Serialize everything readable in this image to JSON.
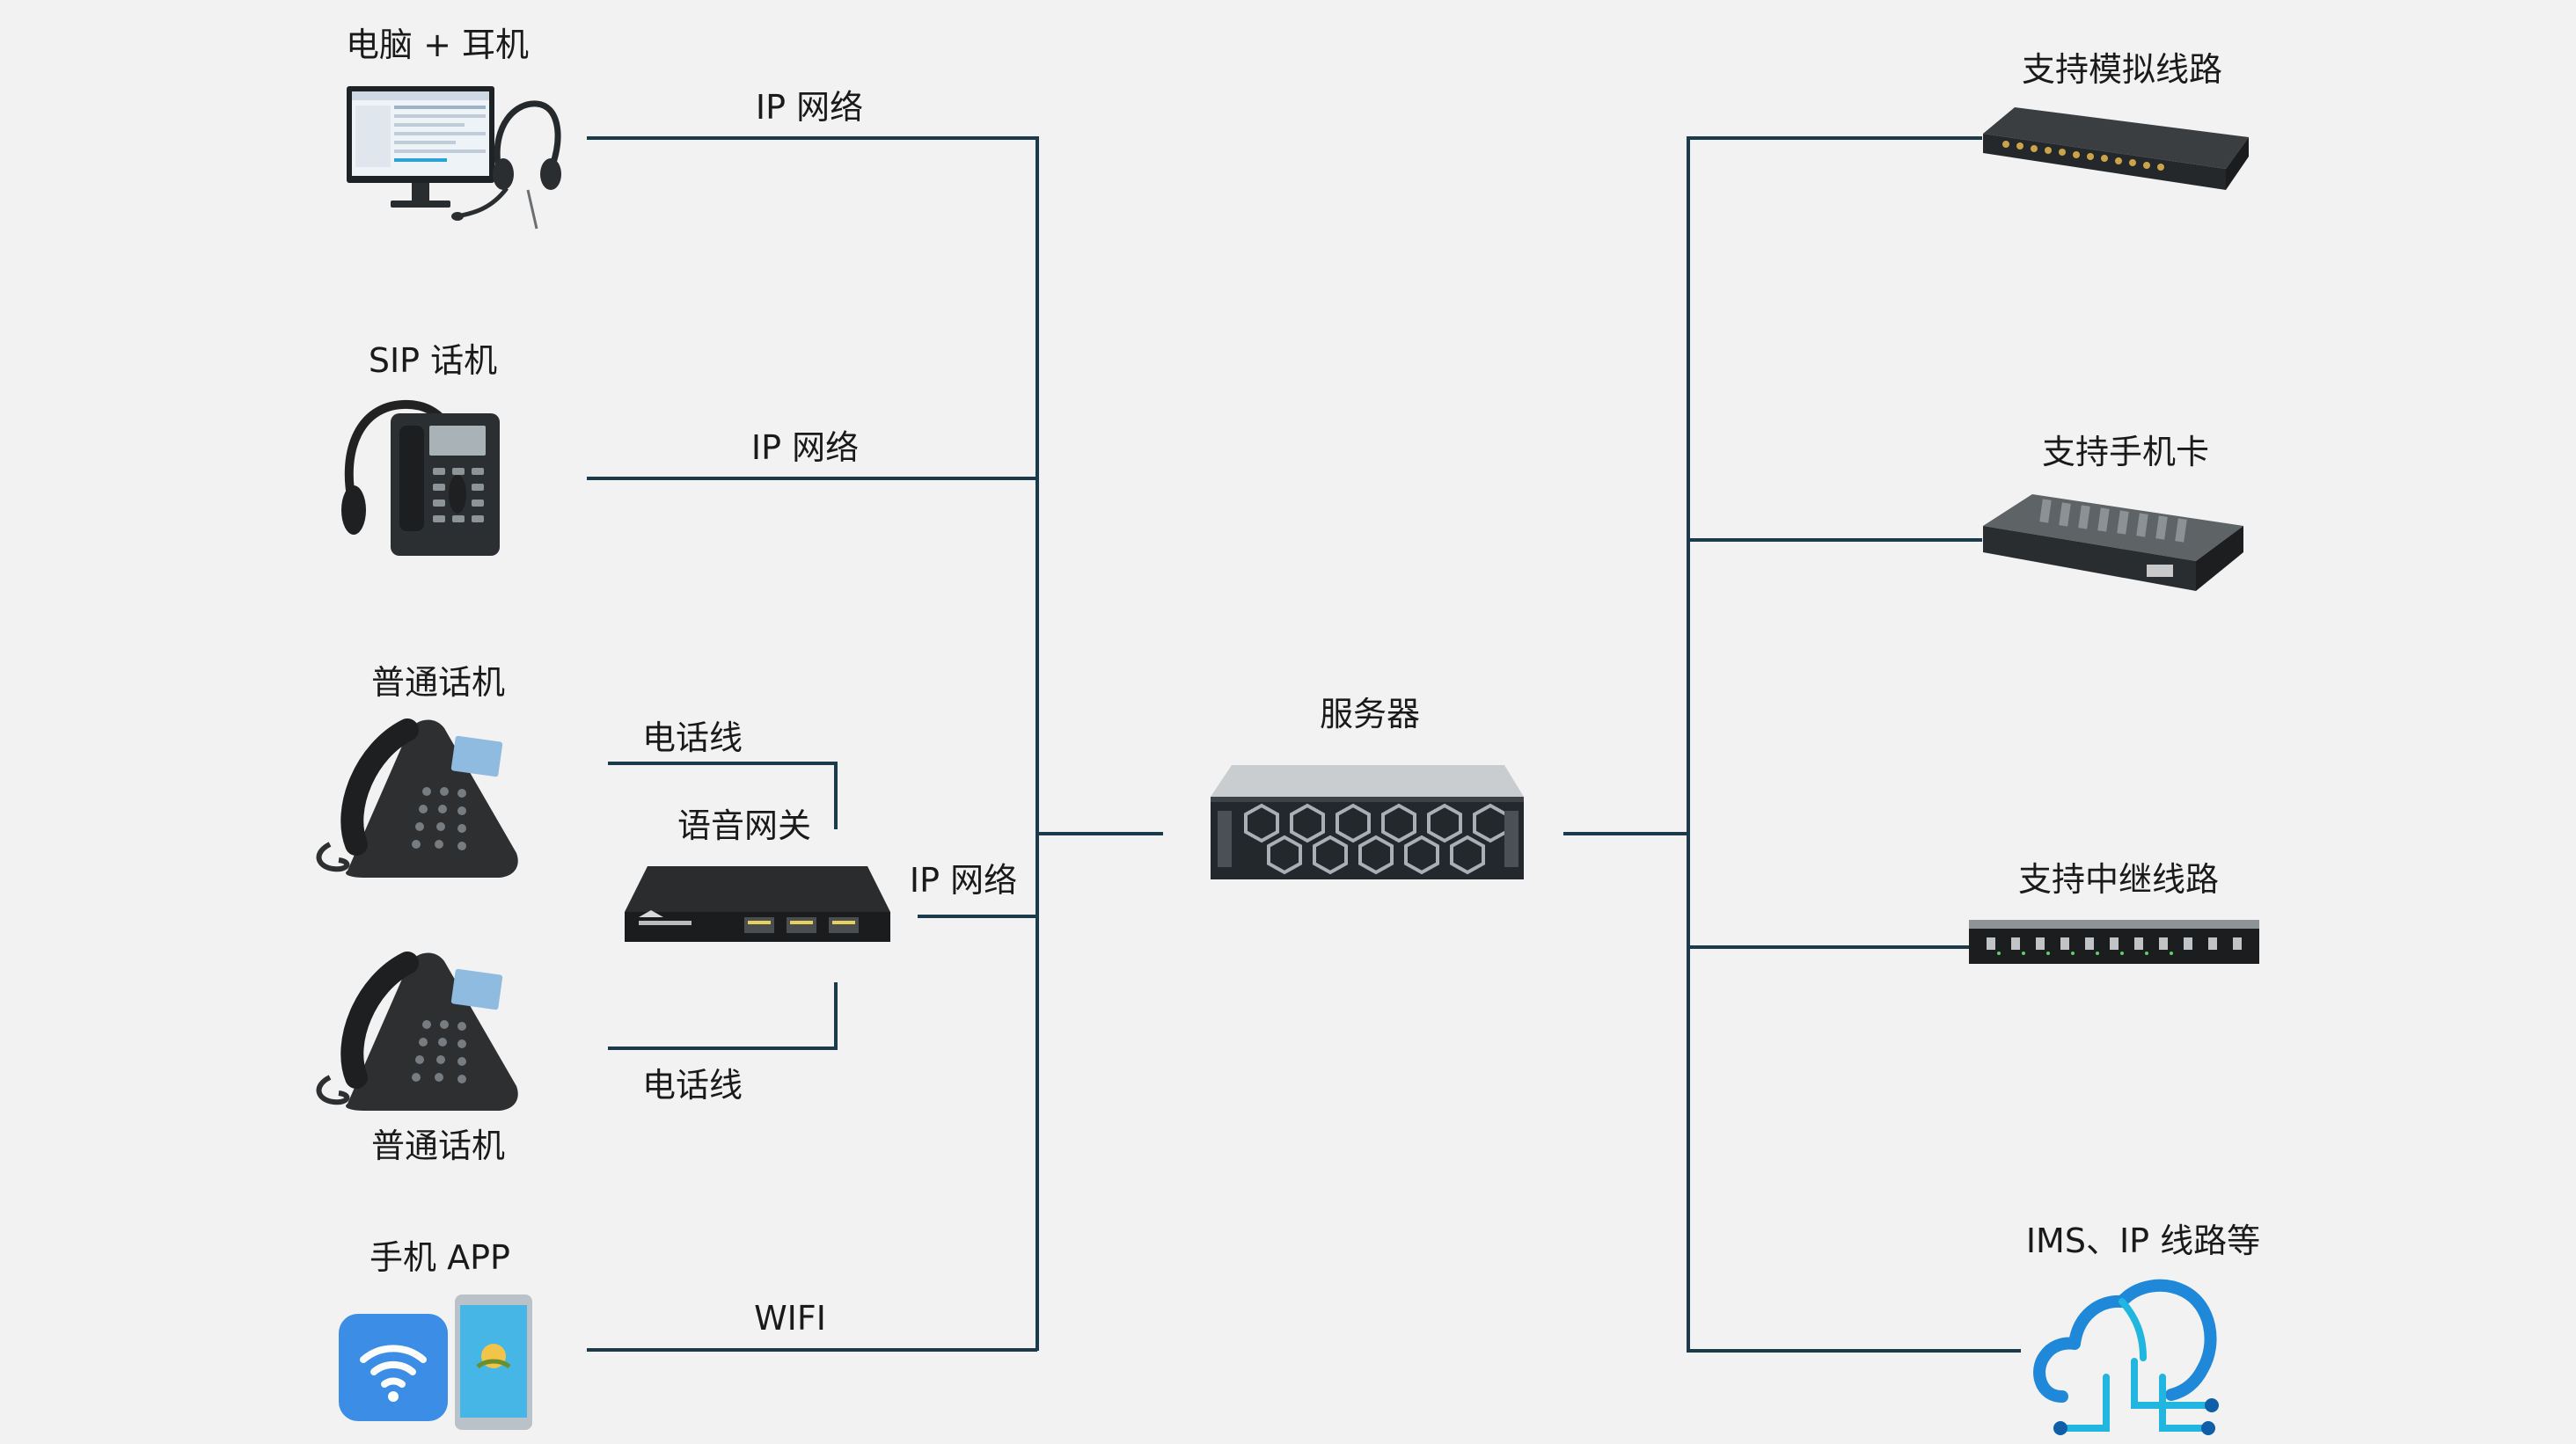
{
  "left_devices": {
    "pc_headset": {
      "label": "电脑 + 耳机",
      "link": "IP 网络"
    },
    "sip_phone": {
      "label": "SIP 话机",
      "link": "IP 网络"
    },
    "analog_phone_top": {
      "label": "普通话机",
      "link": "电话线"
    },
    "voice_gateway": {
      "label": "语音网关",
      "link": "IP 网络"
    },
    "analog_phone_bottom": {
      "label": "普通话机",
      "link": "电话线"
    },
    "mobile_app": {
      "label": "手机 APP",
      "link": "WIFI"
    }
  },
  "center": {
    "server_label": "服务器"
  },
  "right_devices": [
    {
      "label": "支持模拟线路"
    },
    {
      "label": "支持手机卡"
    },
    {
      "label": "支持中继线路"
    },
    {
      "label": "IMS、IP 线路等"
    }
  ],
  "colors": {
    "line": "#1b3a4b",
    "background": "#f2f2f2",
    "wifi_tile": "#3b8de6",
    "cloud": "#1f88d8"
  }
}
